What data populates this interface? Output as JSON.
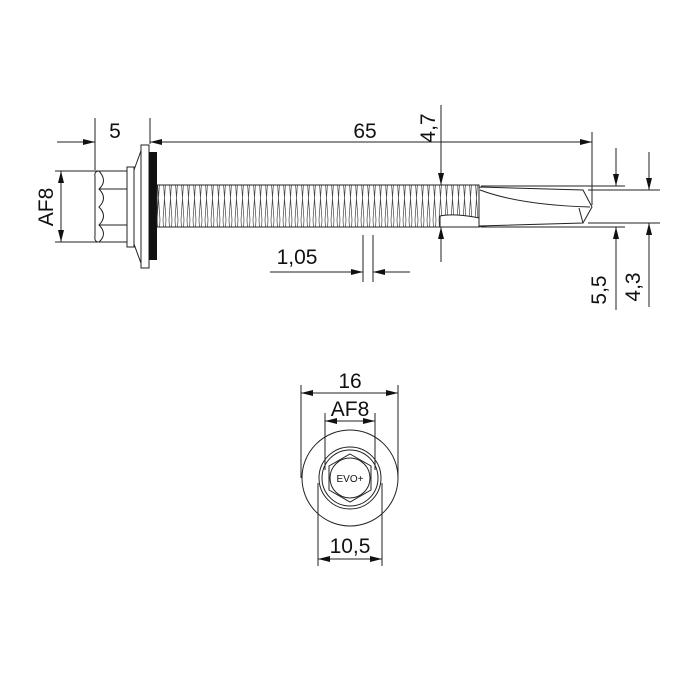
{
  "side_view": {
    "head_width": "5",
    "total_length": "65",
    "af_size": "AF8",
    "thread_diameter": "4,7",
    "thread_pitch": "1,05",
    "washer_thread_major": "5,5",
    "drill_point_diameter": "4,3"
  },
  "top_view": {
    "washer_diameter": "16",
    "af_size": "AF8",
    "flange_diameter": "10,5",
    "head_marking": "EVO+"
  },
  "colors": {
    "line": "#222222",
    "rubber": "#111111"
  }
}
